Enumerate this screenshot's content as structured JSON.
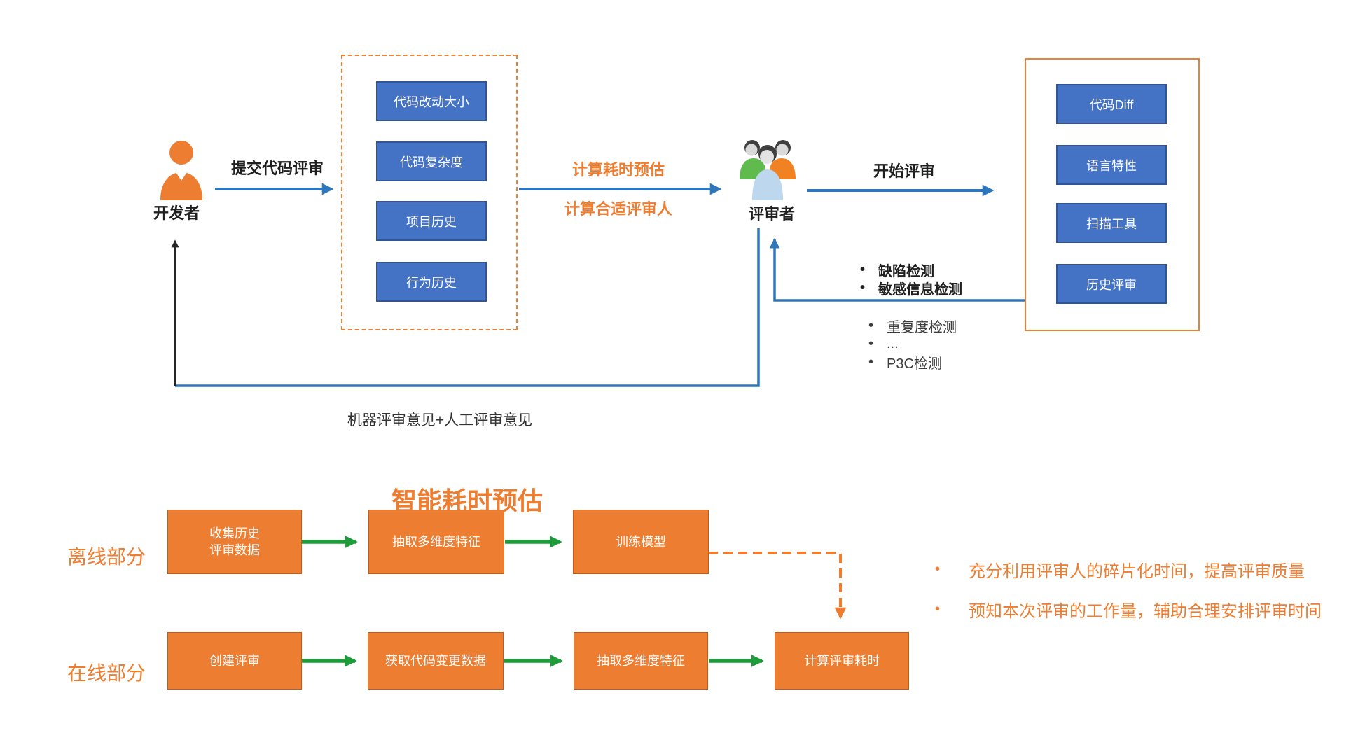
{
  "colors": {
    "accent_orange": "#ED7D31",
    "box_blue": "#4472C4",
    "box_blue_border": "#2F5597",
    "arrow_blue": "#2E77BC",
    "arrow_green": "#1E9C3B",
    "text_black": "#1f1f1f"
  },
  "top": {
    "developer_label": "开发者",
    "submit_arrow_label": "提交代码评审",
    "feature_boxes": [
      "代码改动大小",
      "代码复杂度",
      "项目历史",
      "行为历史"
    ],
    "compute_label_line1": "计算耗时预估",
    "compute_label_line2": "计算合适评审人",
    "reviewer_label": "评审者",
    "start_arrow_label": "开始评审",
    "review_boxes": [
      "代码Diff",
      "语言特性",
      "扫描工具",
      "历史评审"
    ],
    "checks_primary": [
      "缺陷检测",
      "敏感信息检测"
    ],
    "checks_secondary": [
      "重复度检测",
      "...",
      "P3C检测"
    ],
    "bullet_char": "•",
    "feedback_caption": "机器评审意见+人工评审意见"
  },
  "bottom": {
    "title": "智能耗时预估",
    "offline_label": "离线部分",
    "offline_steps": [
      "收集历史\n评审数据",
      "抽取多维度特征",
      "训练模型"
    ],
    "online_label": "在线部分",
    "online_steps": [
      "创建评审",
      "获取代码变更数据",
      "抽取多维度特征",
      "计算评审耗时"
    ],
    "benefits": [
      "充分利用评审人的碎片化时间，提高评审质量",
      "预知本次评审的工作量，辅助合理安排评审时间"
    ]
  }
}
